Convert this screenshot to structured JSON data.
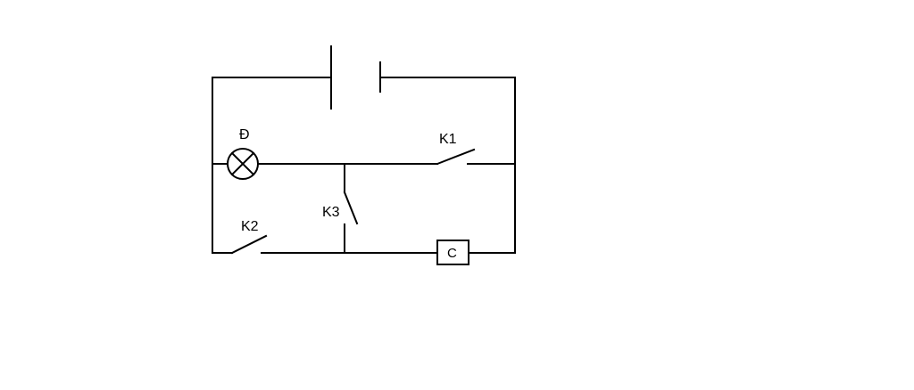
{
  "diagram": {
    "type": "electric-circuit",
    "components": {
      "lamp": {
        "label": "Đ"
      },
      "switch_1": {
        "label": "K1"
      },
      "switch_2": {
        "label": "K2"
      },
      "switch_3": {
        "label": "K3"
      },
      "capacitor_box": {
        "label": "C"
      }
    },
    "colors": {
      "stroke": "#000000",
      "background": "#ffffff"
    }
  }
}
